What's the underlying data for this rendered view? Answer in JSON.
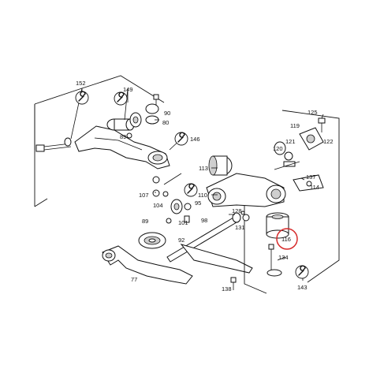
{
  "labels": {
    "l152": "152",
    "l149": "149",
    "l90": "90",
    "l80": "80",
    "l89a": "89",
    "l146": "146",
    "l107": "107",
    "l104": "104",
    "l95": "95",
    "l101": "101",
    "l98": "98",
    "l89b": "89",
    "l92": "92",
    "l77": "77",
    "l113": "113",
    "l110": "110",
    "l128": "128",
    "l131": "131",
    "l116": "116",
    "l134": "134",
    "l138": "138",
    "l143": "143",
    "l125": "125",
    "l119": "119",
    "l120": "120",
    "l121": "121",
    "l122": "122",
    "l137": "137",
    "l114": "114"
  },
  "colors": {
    "highlight": "#d62a2a",
    "line": "#111111",
    "part_shade": "#cfcfcf"
  },
  "icons": [
    "wrench-icon"
  ]
}
